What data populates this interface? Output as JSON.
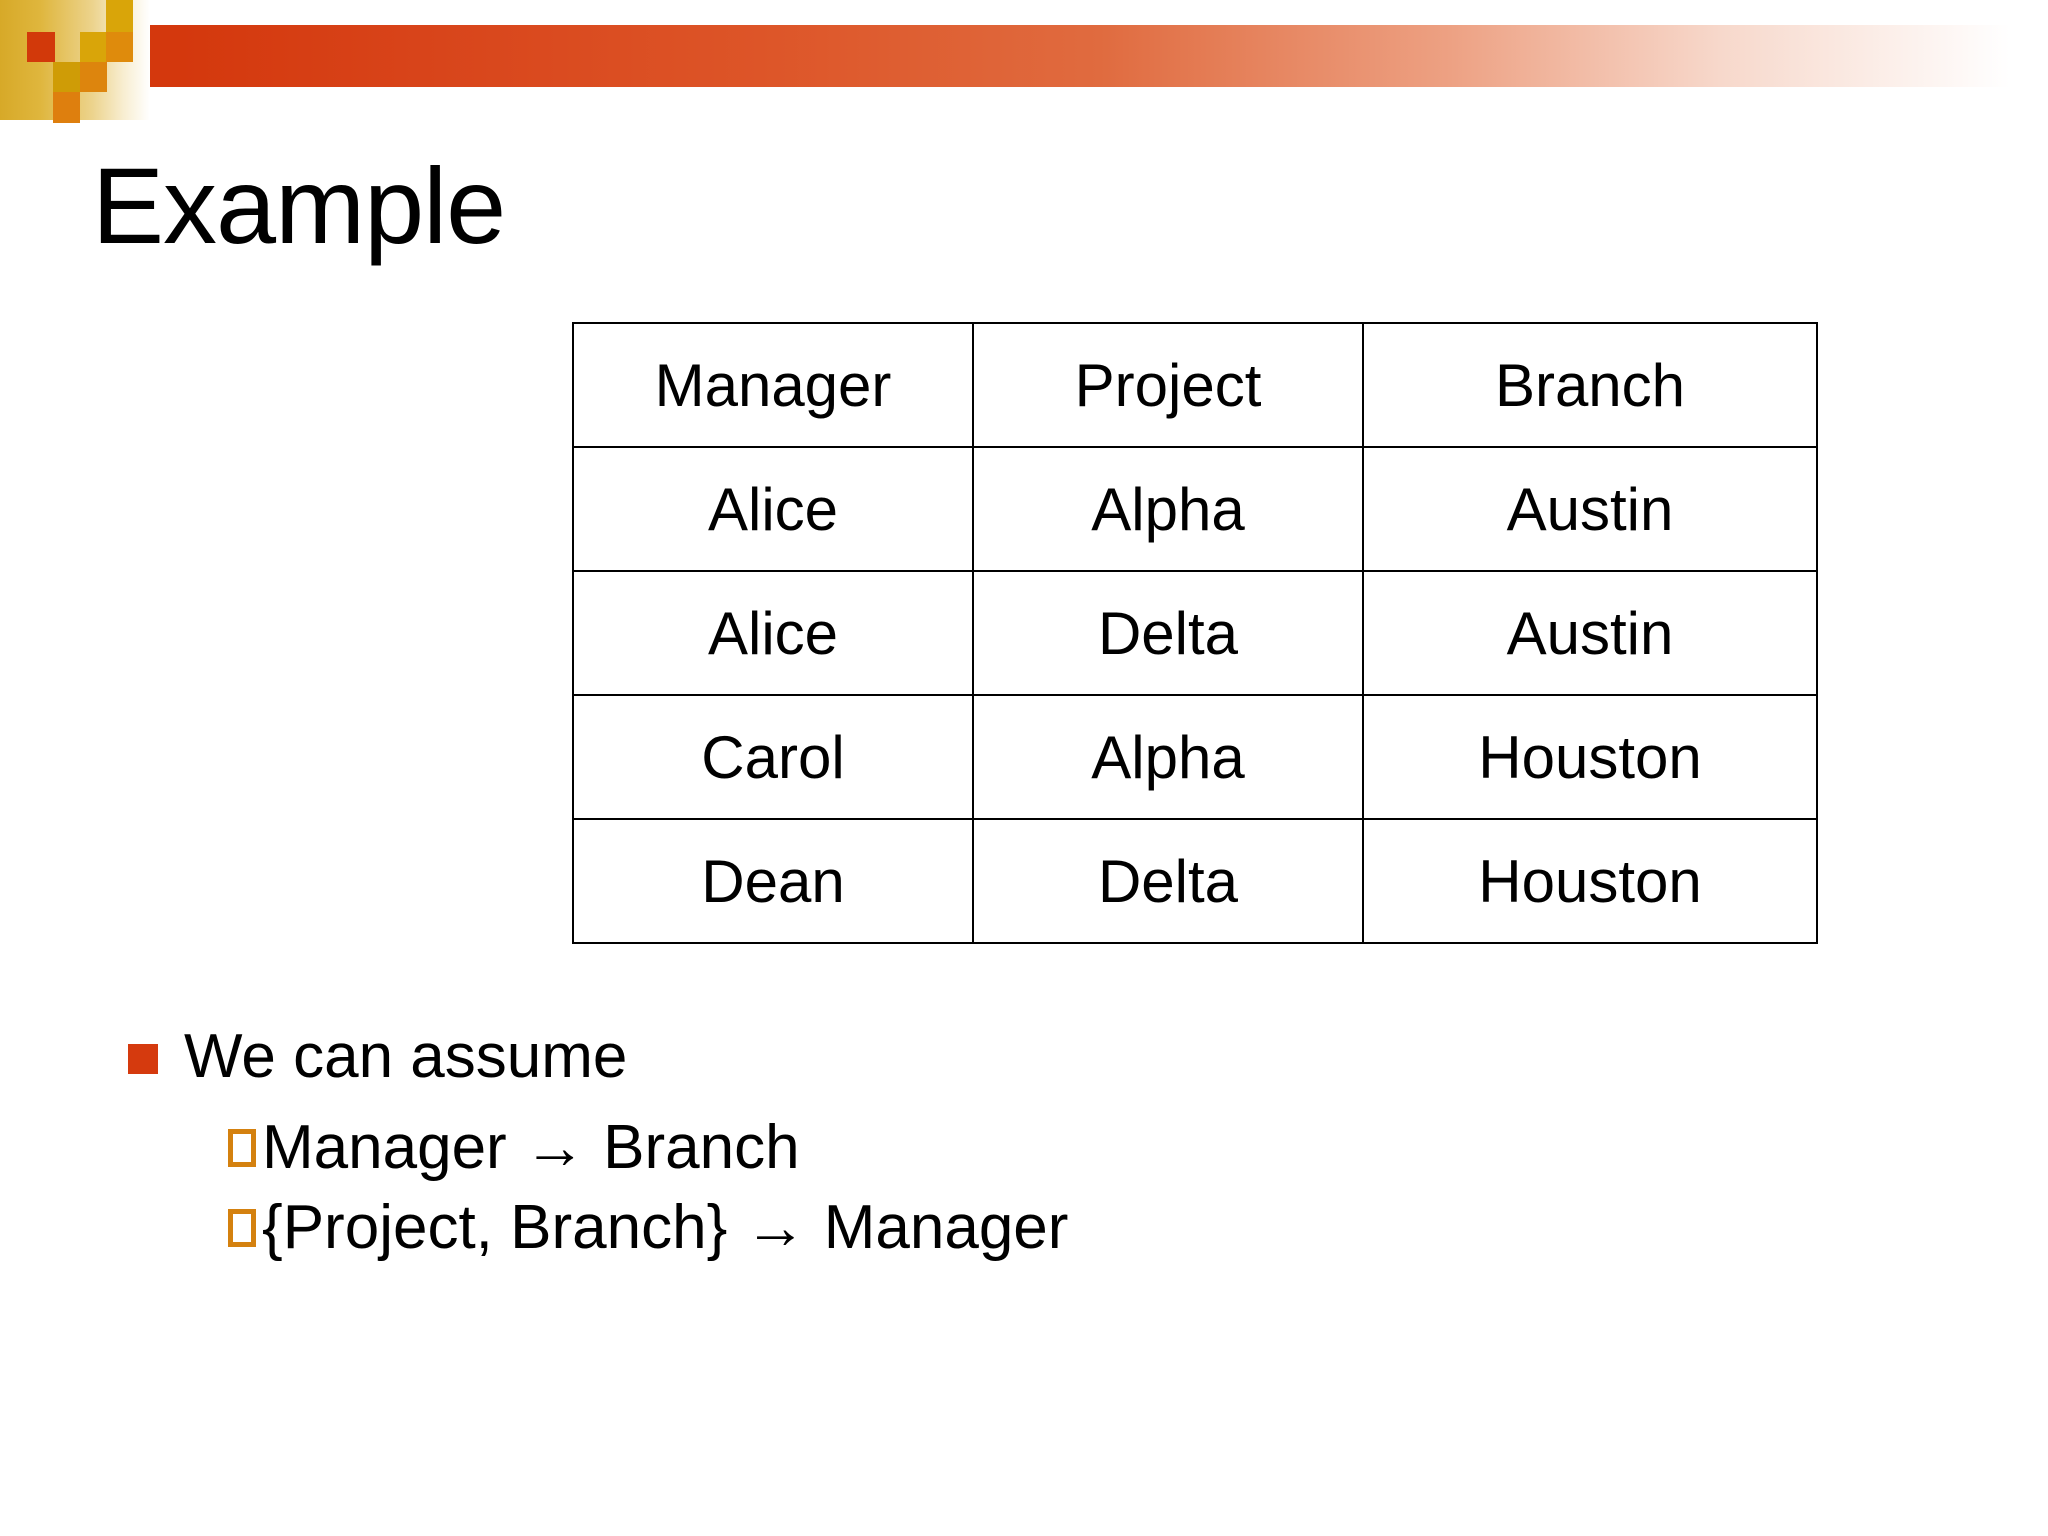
{
  "slide": {
    "title": "Example",
    "background_color": "#ffffff"
  },
  "decoration": {
    "bar_color_left": "#d4380d",
    "bar_color_right": "#ffffff",
    "gold_slab_color": "#d7a928",
    "squares": [
      {
        "name": "gold-top",
        "color": "#d9a509"
      },
      {
        "name": "red",
        "color": "#d2390a"
      },
      {
        "name": "gold-a",
        "color": "#d9a509"
      },
      {
        "name": "orange-a",
        "color": "#df8b0c"
      },
      {
        "name": "gold-b",
        "color": "#cf9c06"
      },
      {
        "name": "orange-b",
        "color": "#dd850d"
      },
      {
        "name": "orange-c",
        "color": "#de7f0e"
      }
    ]
  },
  "table": {
    "headers": [
      "Manager",
      "Project",
      "Branch"
    ],
    "rows": [
      [
        "Alice",
        "Alpha",
        "Austin"
      ],
      [
        "Alice",
        "Delta",
        "Austin"
      ],
      [
        "Carol",
        "Alpha",
        "Houston"
      ],
      [
        "Dean",
        "Delta",
        "Houston"
      ]
    ]
  },
  "bullets": {
    "level1": {
      "text": "We can assume",
      "marker_color": "#d53a0e"
    },
    "level2": [
      {
        "text": "Manager → Branch",
        "marker_color": "#d4810f"
      },
      {
        "text": "{Project, Branch} → Manager",
        "marker_color": "#d4810f"
      }
    ]
  }
}
